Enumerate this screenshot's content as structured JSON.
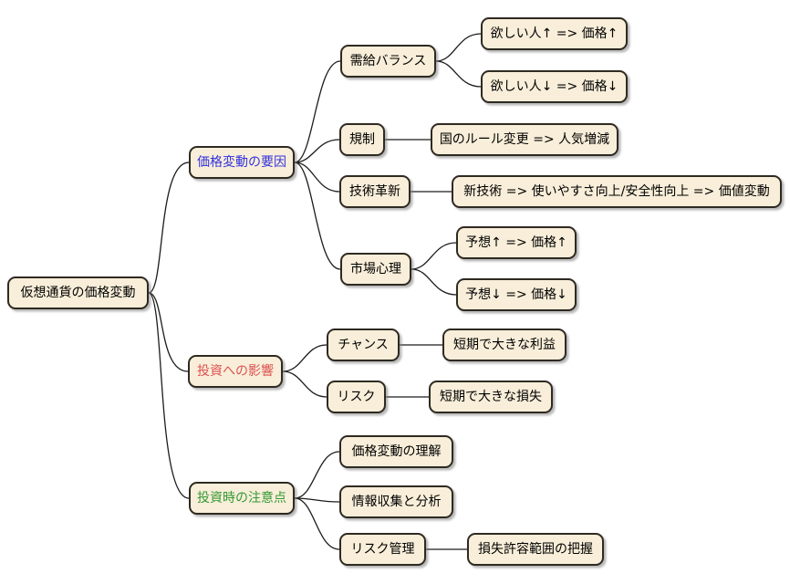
{
  "map": {
    "root": {
      "label": "仮想通貨の価格変動",
      "color": "#000000"
    },
    "branches": [
      {
        "label": "価格変動の要因",
        "color": "#3232dc",
        "children": [
          {
            "label": "需給バランス",
            "children": [
              {
                "label": "欲しい人↑ => 価格↑"
              },
              {
                "label": "欲しい人↓ => 価格↓"
              }
            ]
          },
          {
            "label": "規制",
            "children": [
              {
                "label": "国のルール変更 => 人気増減"
              }
            ]
          },
          {
            "label": "技術革新",
            "children": [
              {
                "label": "新技術 => 使いやすさ向上/安全性向上 => 価値変動"
              }
            ]
          },
          {
            "label": "市場心理",
            "children": [
              {
                "label": "予想↑ => 価格↑"
              },
              {
                "label": "予想↓ => 価格↓"
              }
            ]
          }
        ]
      },
      {
        "label": "投資への影響",
        "color": "#dd5151",
        "children": [
          {
            "label": "チャンス",
            "children": [
              {
                "label": "短期で大きな利益"
              }
            ]
          },
          {
            "label": "リスク",
            "children": [
              {
                "label": "短期で大きな損失"
              }
            ]
          }
        ]
      },
      {
        "label": "投資時の注意点",
        "color": "#339933",
        "children": [
          {
            "label": "価格変動の理解",
            "children": []
          },
          {
            "label": "情報収集と分析",
            "children": []
          },
          {
            "label": "リスク管理",
            "children": [
              {
                "label": "損失許容範囲の把握"
              }
            ]
          }
        ]
      }
    ],
    "style": {
      "node_fill": "#f8eed9",
      "node_border": "#2e2a22",
      "line_color": "#1c1c1c"
    }
  }
}
